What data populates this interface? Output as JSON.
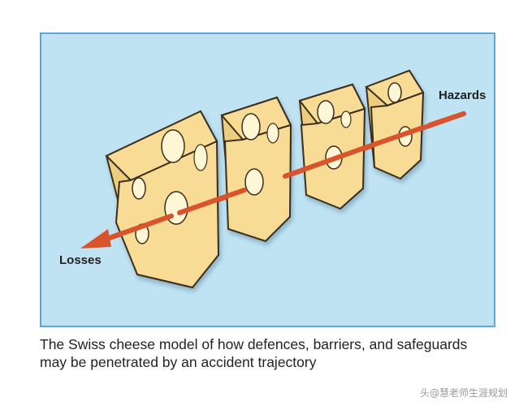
{
  "diagram": {
    "hazards_label": "Hazards",
    "losses_label": "Losses",
    "colors": {
      "background": "#bfe3f3",
      "border": "#5aa6d8",
      "cheese_face": "#f8dc96",
      "cheese_side": "#eccd7e",
      "cheese_outline": "#3c2f1d",
      "hole": "#fff6d6",
      "arrow": "#d9542b"
    },
    "cheese_slices": 4
  },
  "caption": {
    "line1": "The Swiss cheese model of how defences, barriers, and safeguards",
    "line2": "may be penetrated by an accident trajectory"
  },
  "watermark": "头@慧老师生涯规划"
}
